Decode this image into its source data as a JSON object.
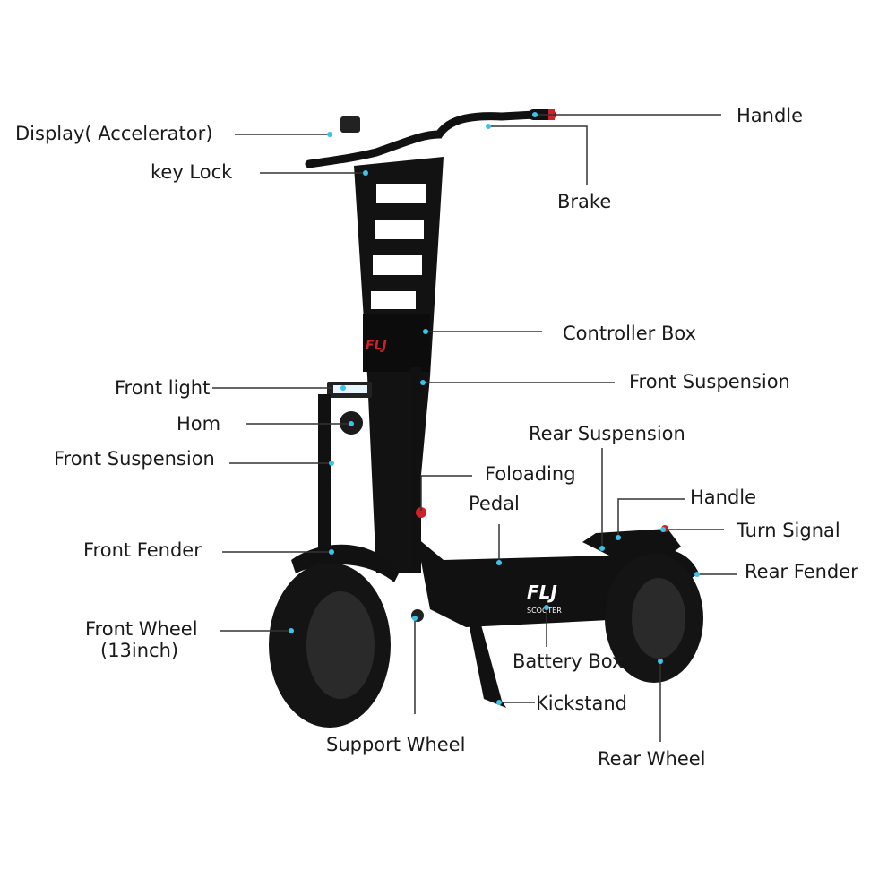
{
  "labels": {
    "handle_top": "Handle",
    "display": "Display( Accelerator)",
    "key_lock": "key Lock",
    "brake": "Brake",
    "controller_box": "Controller Box",
    "front_suspension_right": "Front Suspension",
    "front_light": "Front light",
    "horn": "Hom",
    "front_suspension_left": "Front Suspension",
    "rear_suspension": "Rear Suspension",
    "folding": "Foloading",
    "pedal": "Pedal",
    "handle_rear": "Handle",
    "turn_signal": "Turn Signal",
    "rear_fender": "Rear Fender",
    "front_fender": "Front Fender",
    "front_wheel_line1": "Front Wheel",
    "front_wheel_line2": "(13inch)",
    "battery_box": "Battery Box",
    "kickstand": "Kickstand",
    "support_wheel": "Support Wheel",
    "rear_wheel": "Rear Wheel"
  },
  "logo": {
    "brand": "FLJ",
    "sub": "SCOOTER"
  },
  "colors": {
    "marker": "#3cc3ea",
    "body": "#111111",
    "accent": "#d0202a"
  }
}
